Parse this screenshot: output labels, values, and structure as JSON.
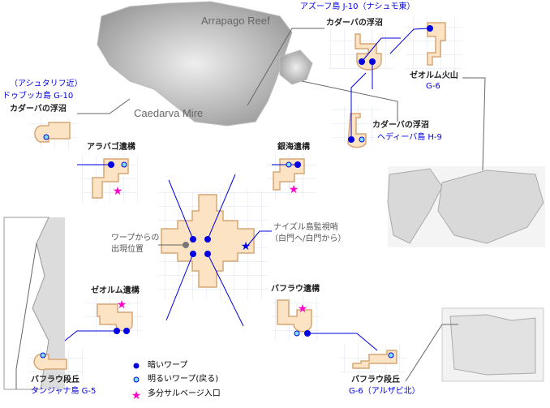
{
  "overview_map": {
    "labels": {
      "reef": "Arrapago Reef",
      "mire": "Caedarva Mire"
    }
  },
  "areas": {
    "kadaba_top": {
      "location": "アズーフ島 J-10（ナシュモ東）",
      "name": "カダーバの浮沼"
    },
    "zeorumu_volcano": {
      "name": "ゼオルム火山",
      "grid": "G-6"
    },
    "kadaba_left": {
      "note": "（アシュタリフ近）",
      "location": "ドゥブッカ島 G-10",
      "name": "カダーバの浮沼"
    },
    "kadaba_hediba": {
      "name": "カダーバの浮沼",
      "location": "ヘディーバ島 H-9"
    },
    "alabago": {
      "name": "アラバゴ遺構"
    },
    "ginkai": {
      "name": "銀海遺構"
    },
    "zeorumu_ruins": {
      "name": "ゼオルム遺構"
    },
    "bafrau_ruins": {
      "name": "バフラウ遺構"
    },
    "bafrau_left": {
      "name": "バフラウ段丘",
      "location": "タンジャナ島 G-5"
    },
    "bafrau_right": {
      "name": "バフラウ段丘",
      "location": "G-6（アルザビ北）"
    }
  },
  "center": {
    "spawn_label_1": "ワープからの",
    "spawn_label_2": "出現位置",
    "outpost_1": "ナイズル島監視哨",
    "outpost_2": "（白門へ/白門から）"
  },
  "legend": [
    {
      "icon": "dark-warp",
      "label": "暗いワープ"
    },
    {
      "icon": "bright-warp",
      "label": "明るいワープ(戻る)"
    },
    {
      "icon": "star",
      "label": "多分サルベージ入口"
    }
  ],
  "colors": {
    "room": "#fbe3c4",
    "room_edge": "#d6a677",
    "line": "#0000e0",
    "star": "#ff00cc",
    "grid": "#dce5f2"
  }
}
